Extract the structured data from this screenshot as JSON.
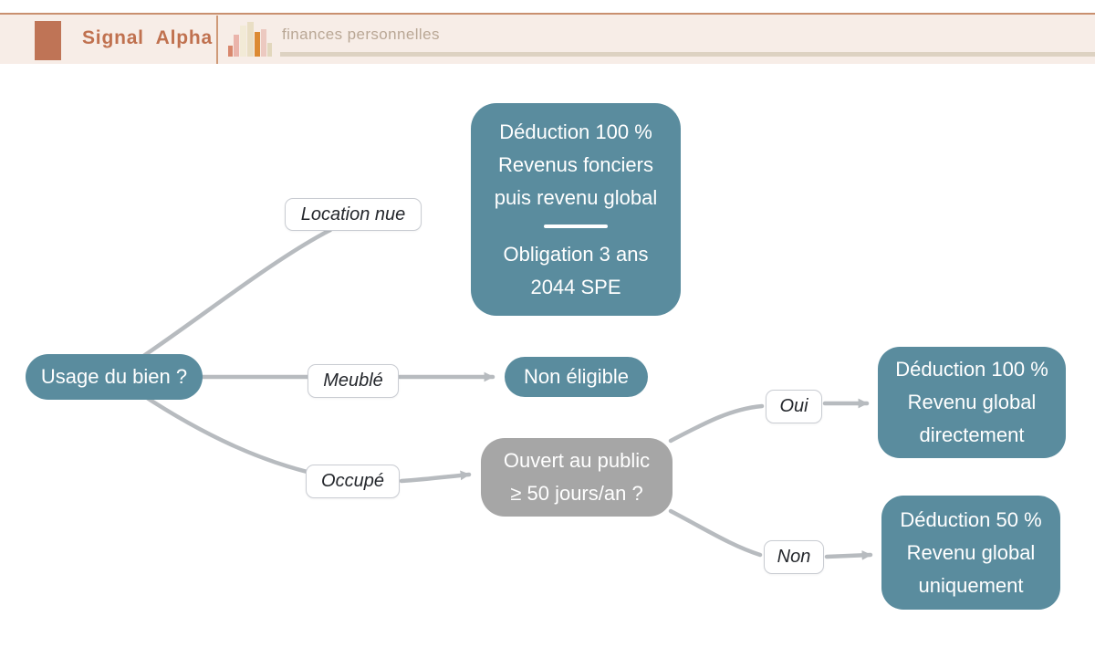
{
  "header": {
    "brand": "Signal Alpha",
    "breadcrumb": "finances personnelles"
  },
  "colors": {
    "accent_terracotta": "#bf7456",
    "header_background": "#f7ede7",
    "node_teal": "#5a8c9e",
    "node_gray": "#a6a6a6",
    "connector_gray": "#b7bbbf"
  },
  "tree": {
    "root": {
      "label": "Usage du bien ?"
    },
    "branches": {
      "location_nue": "Location nue",
      "meuble": "Meublé",
      "occupe": "Occupé",
      "oui": "Oui",
      "non": "Non"
    },
    "results": {
      "location": {
        "lines": [
          "Déduction 100 %",
          "Revenus fonciers",
          "puis revenu global"
        ],
        "lines2": [
          "Obligation 3 ans",
          "2044 SPE"
        ]
      },
      "meuble": {
        "label": "Non éligible"
      },
      "public_question": {
        "lines": [
          "Ouvert au public",
          "≥ 50 jours/an ?"
        ]
      },
      "oui": {
        "lines": [
          "Déduction 100 %",
          "Revenu global",
          "directement"
        ]
      },
      "non": {
        "lines": [
          "Déduction 50 %",
          "Revenu global",
          "uniquement"
        ]
      }
    }
  }
}
